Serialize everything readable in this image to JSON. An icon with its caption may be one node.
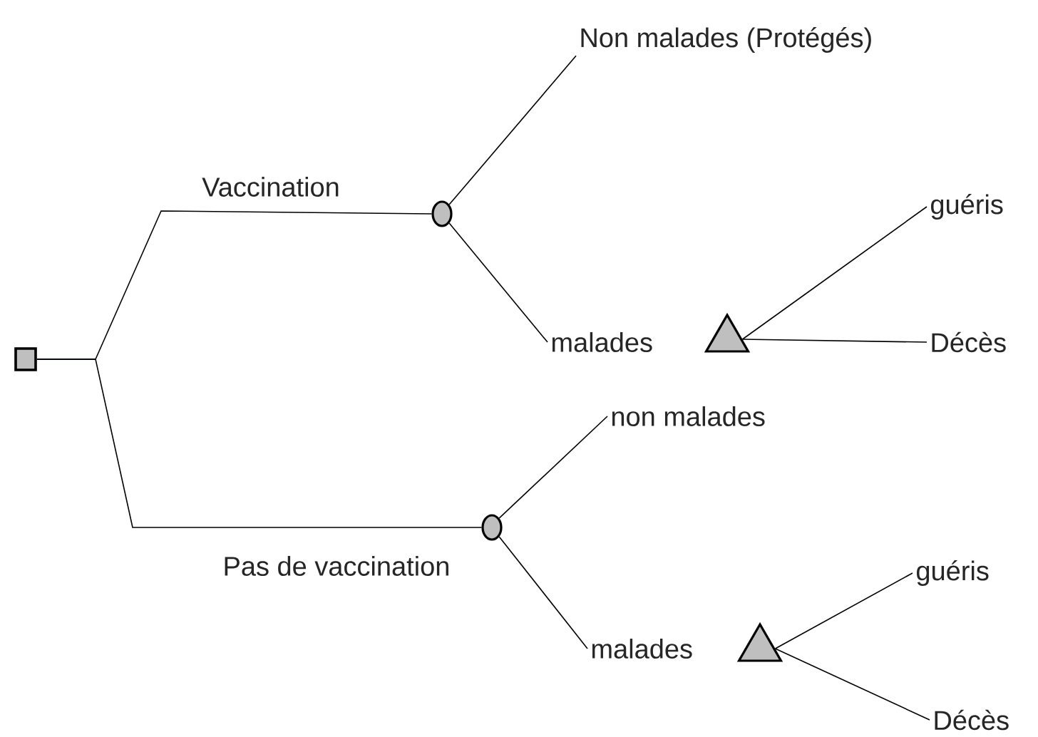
{
  "diagram": {
    "nodes": [
      {
        "text": [],
        "shape": "box"
      },
      {
        "text": [],
        "shape": "circle"
      },
      {
        "text": [],
        "shape": "circle"
      },
      {
        "text": [],
        "shape": "triangle"
      },
      {
        "text": [],
        "shape": "triangle"
      },
      {
        "text": [
          "Non malades (Protégés)"
        ]
      },
      {
        "text": [
          "malades"
        ]
      },
      {
        "text": [
          "guéris"
        ]
      },
      {
        "text": [
          "Décès"
        ]
      },
      {
        "text": [
          "non malades"
        ]
      },
      {
        "text": [
          "malades"
        ]
      },
      {
        "text": [
          "guéris"
        ]
      },
      {
        "text": [
          "Décès"
        ]
      }
    ],
    "edges": [
      {
        "from": 0,
        "to": 1,
        "arrow": "none",
        "label": "Vaccination"
      },
      {
        "from": 0,
        "to": 2,
        "arrow": "none",
        "label": "Pas de vaccination"
      },
      {
        "from": 1,
        "to": 5,
        "arrow": "none"
      },
      {
        "from": 1,
        "to": 6,
        "arrow": "none"
      },
      {
        "from": 3,
        "to": 7,
        "arrow": "none"
      },
      {
        "from": 3,
        "to": 8,
        "arrow": "none"
      },
      {
        "from": 2,
        "to": 9,
        "arrow": "none"
      },
      {
        "from": 2,
        "to": 10,
        "arrow": "none"
      },
      {
        "from": 4,
        "to": 11,
        "arrow": "none"
      },
      {
        "from": 4,
        "to": 12,
        "arrow": "none"
      }
    ]
  }
}
